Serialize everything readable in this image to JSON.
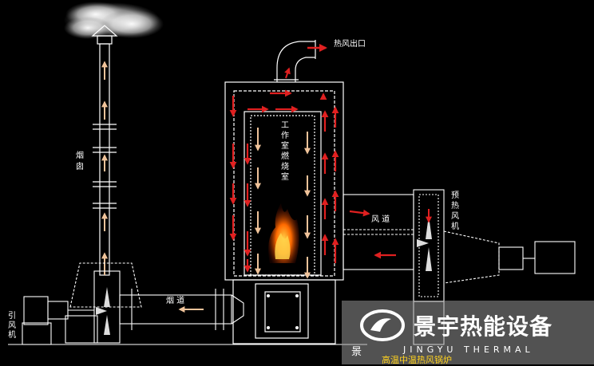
{
  "labels": {
    "hot_air_outlet": "热风出口",
    "chimney_chars": [
      "烟",
      "囱"
    ],
    "chamber_chars": [
      "工",
      "作",
      "室",
      "燃",
      "烧",
      "室"
    ],
    "air_duct": "风 道",
    "preheat_fan_chars": [
      "预",
      "热",
      "风",
      "机"
    ],
    "flue": "烟 道",
    "induced_fan_chars": [
      "引",
      "风",
      "机"
    ]
  },
  "brand": {
    "name": "景宇热能设备",
    "english": "JINGYU THERMAL",
    "subtitle": "高温中温热风锅炉",
    "char": "景"
  },
  "colors": {
    "background": "#000000",
    "line": "#ffffff",
    "hot_arrow": "#e02020",
    "flue_arrow": "#f0c39a",
    "flame": "#ff6a00",
    "subtitle": "#ffd21e"
  }
}
